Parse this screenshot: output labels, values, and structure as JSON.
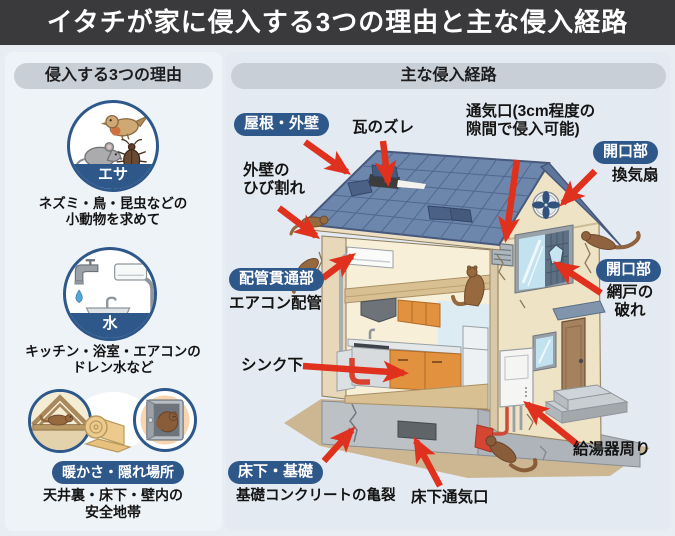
{
  "title": "イタチが家に侵入する3つの理由と主な侵入経路",
  "reasons": {
    "header": "侵入する3つの理由",
    "items": [
      {
        "label": "エサ",
        "description": "ネズミ・鳥・昆虫などの\n小動物を求めて"
      },
      {
        "label": "水",
        "description": "キッチン・浴室・エアコンの\nドレン水など"
      },
      {
        "label": "暖かさ・隠れ場所",
        "description": "天井裏・床下・壁内の\n安全地帯"
      }
    ]
  },
  "routes": {
    "header": "主な侵入経路",
    "roof_wall_pill": "屋根・外壁",
    "tile_shift": "瓦のズレ",
    "air_vent": "通気口(3cm程度の\n隙間で侵入可能)",
    "opening_pill_top": "開口部",
    "ventilation_fan": "換気扇",
    "opening_pill_mid": "開口部",
    "screen_tear": "網戸の\n破れ",
    "wall_crack": "外壁の\nひび割れ",
    "pipe_penetration_pill": "配管貫通部",
    "aircon_pipe": "エアコン配管",
    "under_sink": "シンク下",
    "underfloor_pill": "床下・基礎",
    "foundation_crack": "基礎コンクリートの亀裂",
    "underfloor_vent": "床下通気口",
    "water_heater_area": "給湯器周り"
  },
  "colors": {
    "title_bar": "#3a3a3c",
    "accent_navy": "#2e578a",
    "header_pill_gray": "#c9cfd7",
    "arrow_red": "#e0301e",
    "roof_blue": "#6d86ab",
    "wall_cream": "#efe3c6",
    "foundation_gray": "#bcc1c6",
    "cabinet_orange": "#e2923e",
    "weasel_brown": "#96693f",
    "background": "#e7edf3"
  }
}
